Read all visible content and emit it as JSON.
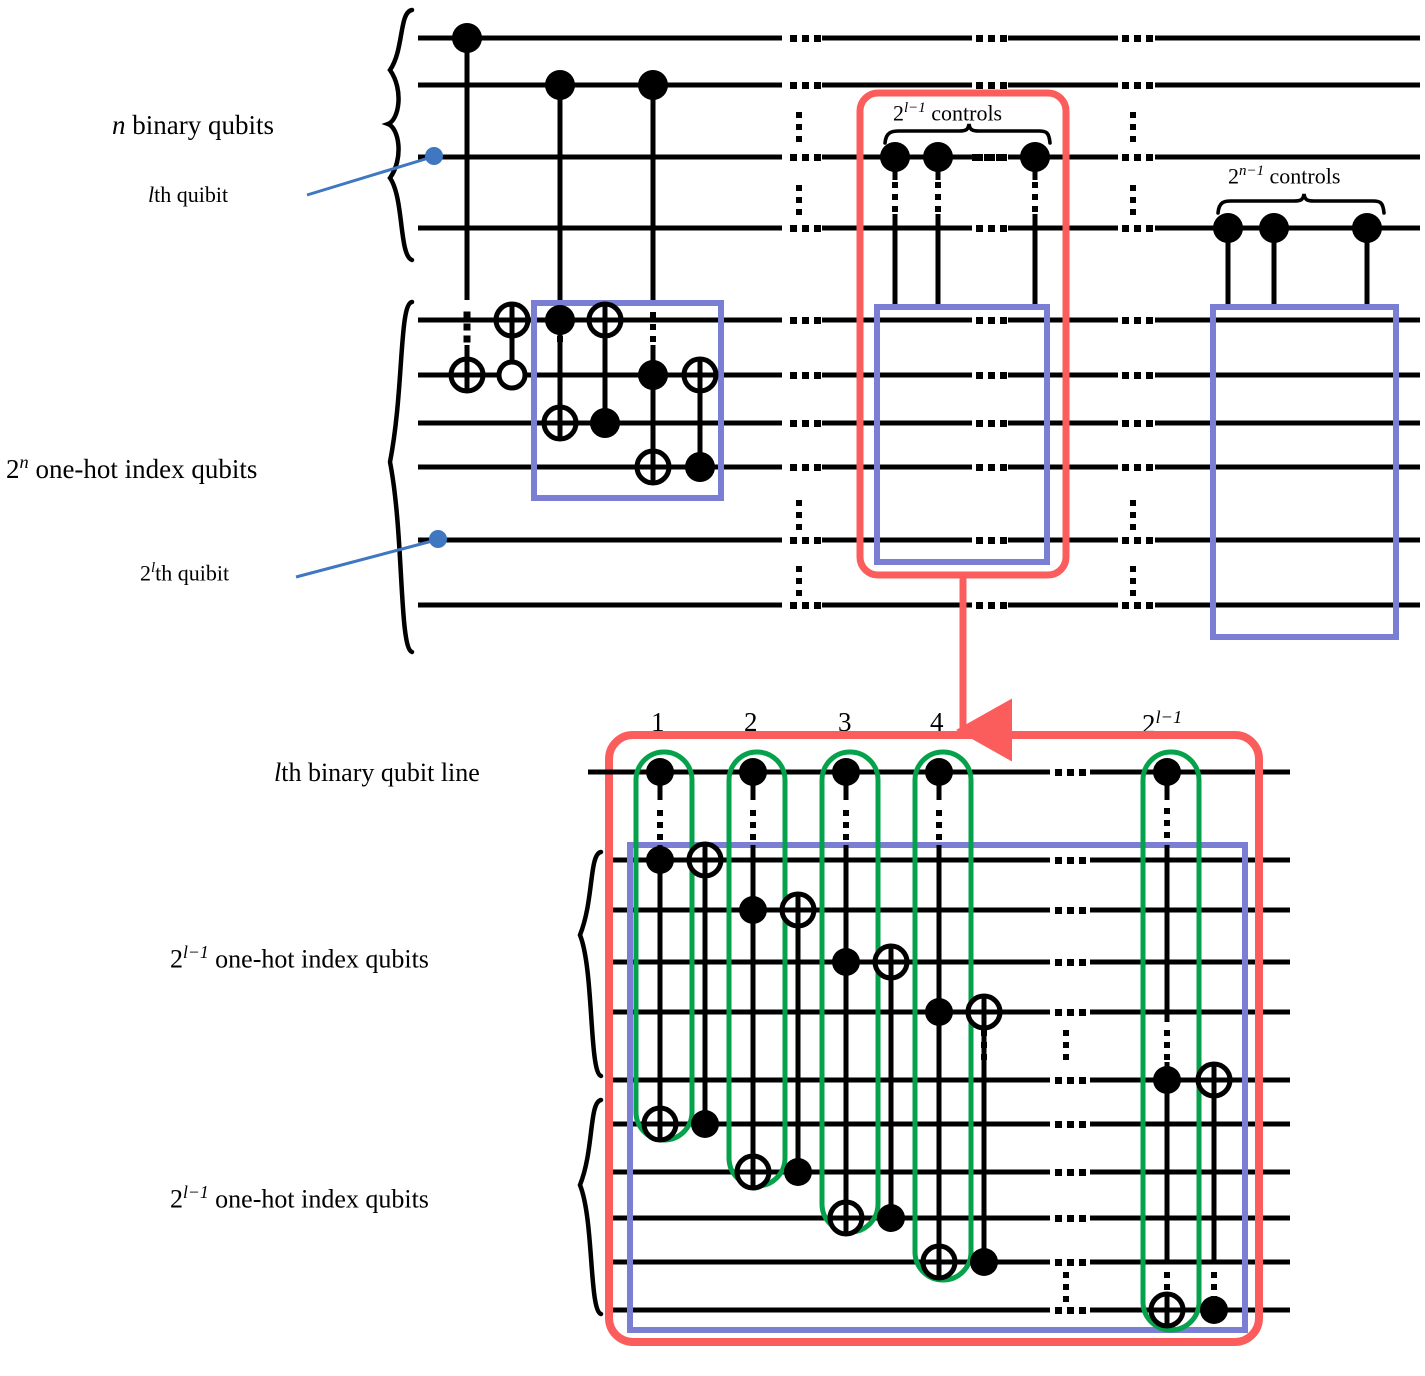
{
  "figure": {
    "type": "quantum-circuit-diagram",
    "title": "",
    "colors": {
      "wire": "#000000",
      "gate": "#000000",
      "blue_box": "#7b7fd4",
      "red_box": "#fb5d5d",
      "green_box": "#06a14b",
      "pointer_blue": "#3f77c0"
    }
  },
  "top_panel": {
    "labels": {
      "binary_group": "n binary qubits",
      "binary_group_parts": {
        "sym": "n",
        "text": " binary qubits"
      },
      "lth_qubit": "lth quibit",
      "lth_qubit_parts": {
        "sym": "l",
        "text": "th quibit"
      },
      "onehot_group_parts": {
        "base": "2",
        "exp": "n",
        "text": " one-hot index qubits"
      },
      "onehot_group": "2^n one-hot index qubits",
      "two_l_th_qubit_parts": {
        "base": "2",
        "exp": "l",
        "text": "th quibit"
      },
      "two_l_th_qubit": "2^l th quibit",
      "controls_l_parts": {
        "base": "2",
        "exp": "l−1",
        "text": " controls"
      },
      "controls_l": "2^(l-1) controls",
      "controls_n_parts": {
        "base": "2",
        "exp": "n−1",
        "text": " controls"
      },
      "controls_n": "2^(n-1) controls"
    },
    "binary_wires": 4,
    "onehot_wires": 6,
    "gate_columns": [
      {
        "col": 1,
        "control": "binary-1",
        "target": "onehot-2",
        "kind": "cnot-filled"
      },
      {
        "col": 2,
        "control": "onehot-2-open",
        "target": "onehot-1",
        "kind": "cnot-open-control"
      },
      {
        "col": 3,
        "control": "binary-2",
        "target": "onehot-3",
        "extra_control": "onehot-1",
        "kind": "toffoli"
      },
      {
        "col": 4,
        "control": "onehot-3",
        "target": "onehot-1",
        "kind": "cnot-filled"
      },
      {
        "col": 5,
        "control": "binary-3",
        "target": "onehot-4",
        "extra_control": "onehot-2",
        "kind": "toffoli"
      },
      {
        "col": 6,
        "control": "onehot-4",
        "target": "onehot-2",
        "kind": "cnot-filled"
      }
    ],
    "control_clusters": [
      {
        "name": "l-minus-1-controls",
        "label": "2^(l-1) controls",
        "dots": 3,
        "wire": "binary-3"
      },
      {
        "name": "n-minus-1-controls",
        "label": "2^(n-1) controls",
        "dots": 3,
        "wire": "binary-4"
      }
    ],
    "boxes": [
      {
        "name": "blue-box-first-block",
        "color": "#7b7fd4"
      },
      {
        "name": "blue-box-middle-block",
        "color": "#7b7fd4"
      },
      {
        "name": "red-box-highlight",
        "color": "#fb5d5d"
      },
      {
        "name": "blue-box-right-block",
        "color": "#7b7fd4"
      }
    ],
    "ellipses": "···"
  },
  "bottom_panel": {
    "labels": {
      "lth_binary_line_parts": {
        "sym": "l",
        "text": "th binary qubit line"
      },
      "lth_binary_line": "lth binary qubit line",
      "onehot_upper_parts": {
        "base": "2",
        "exp": "l−1",
        "text": " one-hot index qubits"
      },
      "onehot_upper": "2^(l-1) one-hot index qubits",
      "onehot_lower_parts": {
        "base": "2",
        "exp": "l−1",
        "text": " one-hot index qubits"
      },
      "onehot_lower": "2^(l-1) one-hot index qubits"
    },
    "column_numbers": [
      "1",
      "2",
      "3",
      "4"
    ],
    "column_last_parts": {
      "base": "2",
      "exp": "l−1"
    },
    "column_last": "2^(l-1)",
    "wires": 11,
    "groups": [
      {
        "name": "binary-line",
        "count": 1
      },
      {
        "name": "upper-onehot",
        "count": 5
      },
      {
        "name": "lower-onehot",
        "count": 5
      }
    ],
    "gate_pairs": [
      {
        "index": "1",
        "toffoli_control_a": "binary",
        "toffoli_control_b": "upper-1",
        "toffoli_target": "lower-1",
        "cnot_control": "lower-1",
        "cnot_target": "upper-1"
      },
      {
        "index": "2",
        "toffoli_control_a": "binary",
        "toffoli_control_b": "upper-2",
        "toffoli_target": "lower-2",
        "cnot_control": "lower-2",
        "cnot_target": "upper-2"
      },
      {
        "index": "3",
        "toffoli_control_a": "binary",
        "toffoli_control_b": "upper-3",
        "toffoli_target": "lower-3",
        "cnot_control": "lower-3",
        "cnot_target": "upper-3"
      },
      {
        "index": "4",
        "toffoli_control_a": "binary",
        "toffoli_control_b": "upper-4",
        "toffoli_target": "lower-4",
        "cnot_control": "lower-4",
        "cnot_target": "upper-4"
      },
      {
        "index": "2^(l-1)",
        "toffoli_control_a": "binary",
        "toffoli_control_b": "upper-5",
        "toffoli_target": "lower-5",
        "cnot_control": "lower-5",
        "cnot_target": "upper-5"
      }
    ],
    "boxes": [
      {
        "name": "red-box-outer",
        "color": "#fb5d5d"
      },
      {
        "name": "blue-box-inner",
        "color": "#7b7fd4"
      },
      {
        "name": "green-box-per-column",
        "color": "#06a14b",
        "count": 5
      }
    ],
    "ellipses": "···"
  }
}
